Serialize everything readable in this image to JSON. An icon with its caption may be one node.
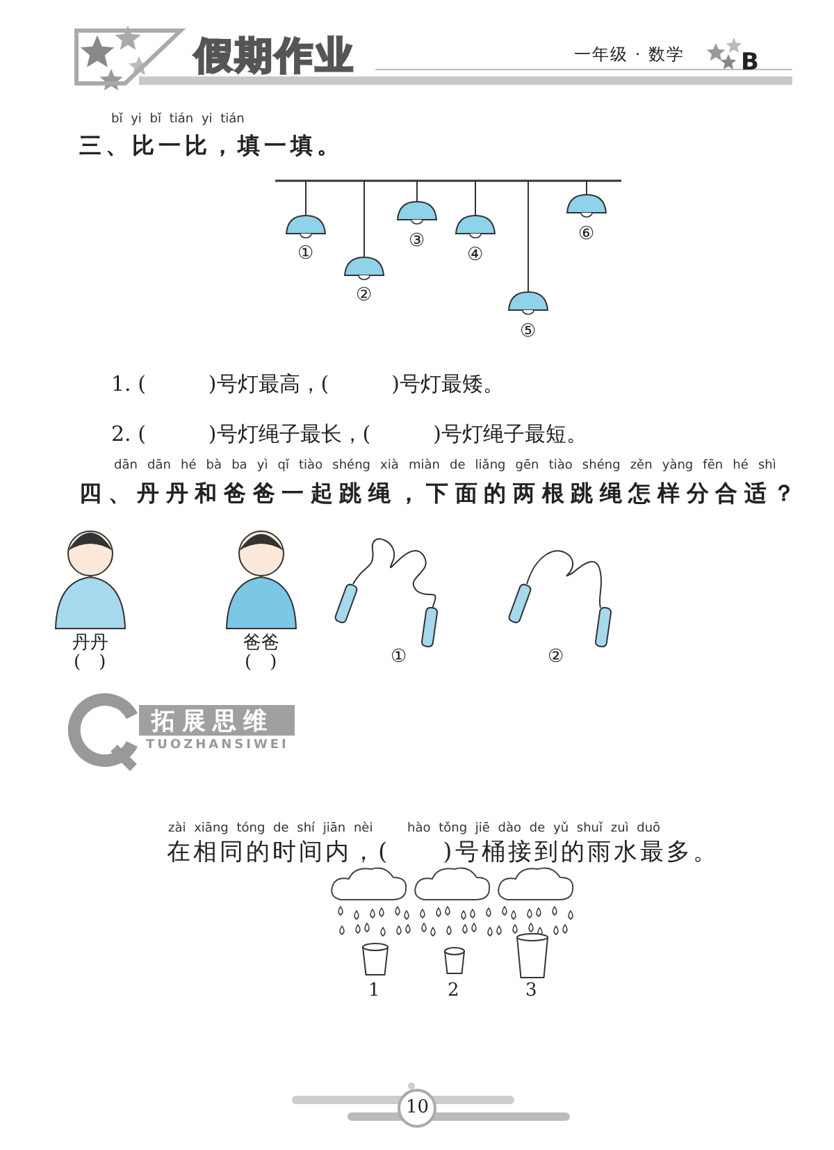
{
  "diagram": {
    "title": "假期作业",
    "labels": [
      "一年级 · 数学",
      "B",
      "bǐ yi bǐ tián yi tián",
      "三、比一比，填一填。",
      "①",
      "②",
      "③",
      "④",
      "⑤",
      "⑥",
      "1. (　　　)号灯最高，(　　　)号灯最矮。",
      "2. (　　　)号灯绳子最长，(　　　)号灯绳子最短。",
      "dān dān hé bà ba yì qǐ tiào shéng xià miàn de liǎng gēn tiào shéng zěn yàng fēn hé shì",
      "四、丹丹和爸爸一起跳绳，下面的两根跳绳怎样分合适？",
      "丹丹",
      "(　)",
      "爸爸",
      "(　)",
      "①",
      "②",
      "拓展思维",
      "TUOZHANSIWEI",
      "zài xiāng tóng de shí jiān nèi",
      "hào tǒng jiē dào de yǔ shuǐ zuì duō",
      "在相同的时间内，(　　)号桶接到的雨水最多。",
      "1",
      "2",
      "3",
      "10"
    ]
  }
}
